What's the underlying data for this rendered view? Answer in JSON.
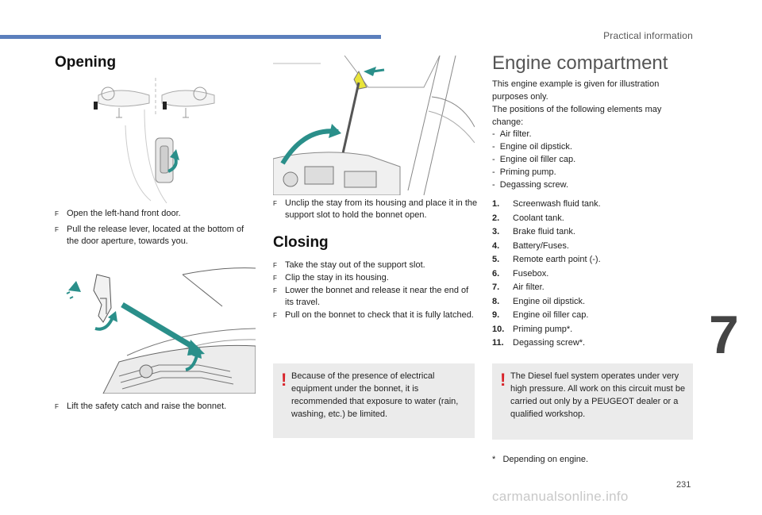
{
  "header": {
    "section_title": "Practical information"
  },
  "chapter_number": "7",
  "page_number": "231",
  "watermark": "carmanualsonline.info",
  "opening": {
    "heading": "Opening",
    "steps": [
      "Open the left-hand front door.",
      "Pull the release lever, located at the bottom of the door aperture, towards you.",
      "Lift the safety catch and raise the bonnet."
    ],
    "stay_step": "Unclip the stay from its housing and place it in the support slot to hold the bonnet open."
  },
  "closing": {
    "heading": "Closing",
    "steps": [
      "Take the stay out of the support slot.",
      "Clip the stay in its housing.",
      "Lower the bonnet and release it near the end of its travel.",
      "Pull on the bonnet to check that it is fully latched."
    ],
    "warning": "Because of the presence of electrical equipment under the bonnet, it is recommended that exposure to water (rain, washing, etc.) be limited."
  },
  "engine": {
    "heading": "Engine compartment",
    "intro1": "This engine example is given for illustration purposes only.",
    "intro2": "The positions of the following elements may change:",
    "changes": [
      "Air filter.",
      "Engine oil dipstick.",
      "Engine oil filler cap.",
      "Priming pump.",
      "Degassing screw."
    ],
    "items": [
      {
        "num": "1.",
        "label": "Screenwash fluid tank."
      },
      {
        "num": "2.",
        "label": "Coolant tank."
      },
      {
        "num": "3.",
        "label": "Brake fluid tank."
      },
      {
        "num": "4.",
        "label": "Battery/Fuses."
      },
      {
        "num": "5.",
        "label": "Remote earth point (-)."
      },
      {
        "num": "6.",
        "label": "Fusebox."
      },
      {
        "num": "7.",
        "label": "Air filter."
      },
      {
        "num": "8.",
        "label": "Engine oil dipstick."
      },
      {
        "num": "9.",
        "label": "Engine oil filler cap."
      },
      {
        "num": "10.",
        "label": "Priming pump*."
      },
      {
        "num": "11.",
        "label": "Degassing screw*."
      }
    ],
    "warning": "The Diesel fuel system operates under very high pressure. All work on this circuit must be carried out only by a PEUGEOT dealer or a qualified workshop.",
    "footnote_mark": "*",
    "footnote": "Depending on engine."
  },
  "bullet_glyph": "F",
  "dash_glyph": "-",
  "warning_glyph": "!",
  "colors": {
    "accent_bar": "#5b7fbd",
    "arrow_teal": "#2a8f8a",
    "warning_red": "#d8232a",
    "box_grey": "#ebebeb"
  }
}
